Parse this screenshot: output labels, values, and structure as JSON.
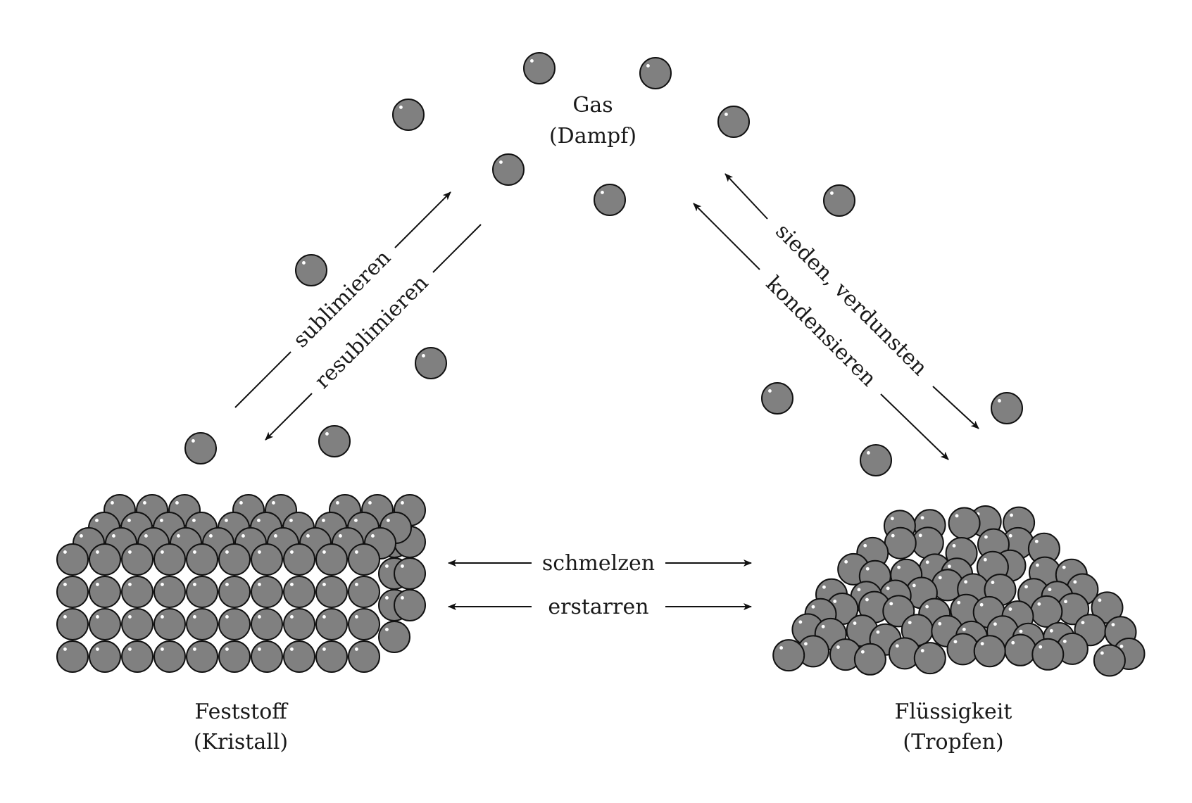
{
  "labels": {
    "gas": "Gas",
    "gas_sub": "(Dampf)",
    "solid": "Feststoff",
    "solid_sub": "(Kristall)",
    "liquid": "Flüssigkeit",
    "liquid_sub": "(Tropfen)"
  },
  "processes": {
    "sublimate": "sublimieren",
    "resublimate": "resublimieren",
    "boil": "sieden, verdunsten",
    "condense": "kondensieren",
    "melt": "schmelzen",
    "solidify": "erstarren"
  },
  "colors": {
    "particle_fill": "#808080",
    "particle_stroke": "#111111",
    "line": "#111111"
  }
}
